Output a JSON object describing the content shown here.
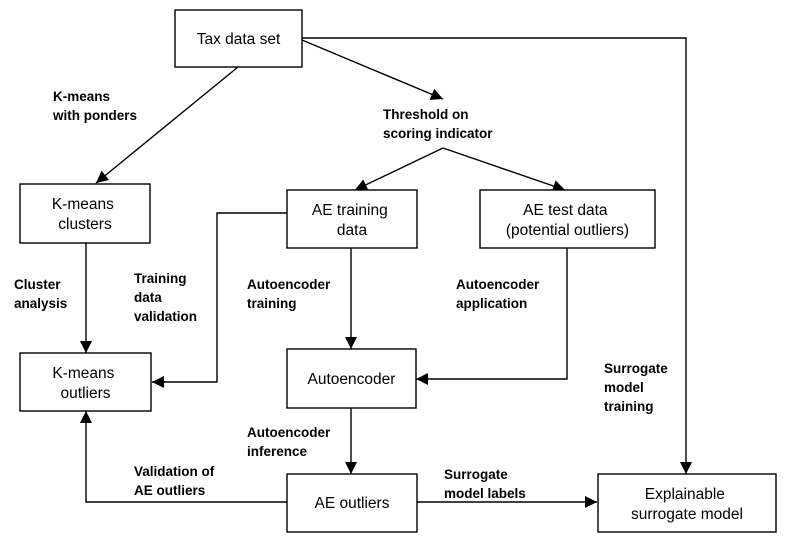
{
  "nodes": {
    "tax_data_set": [
      "Tax data set"
    ],
    "kmeans_clusters": [
      "K-means",
      "clusters"
    ],
    "ae_training_data": [
      "AE training",
      "data"
    ],
    "ae_test_data": [
      "AE test data",
      "(potential outliers)"
    ],
    "kmeans_outliers": [
      "K-means",
      "outliers"
    ],
    "autoencoder": [
      "Autoencoder"
    ],
    "ae_outliers": [
      "AE outliers"
    ],
    "explainable_surrogate_model": [
      "Explainable",
      "surrogate model"
    ]
  },
  "edge_labels": {
    "kmeans_with_ponders": [
      "K-means",
      "with ponders"
    ],
    "threshold_on_scoring_indicator": [
      "Threshold on",
      "scoring indicator"
    ],
    "cluster_analysis": [
      "Cluster",
      "analysis"
    ],
    "training_data_validation": [
      "Training",
      "data",
      "validation"
    ],
    "autoencoder_training": [
      "Autoencoder",
      "training"
    ],
    "autoencoder_application": [
      "Autoencoder",
      "application"
    ],
    "surrogate_model_training": [
      "Surrogate",
      "model",
      "training"
    ],
    "autoencoder_inference": [
      "Autoencoder",
      "inference"
    ],
    "validation_of_ae_outliers": [
      "Validation of",
      "AE outliers"
    ],
    "surrogate_model_labels": [
      "Surrogate",
      "model labels"
    ]
  }
}
